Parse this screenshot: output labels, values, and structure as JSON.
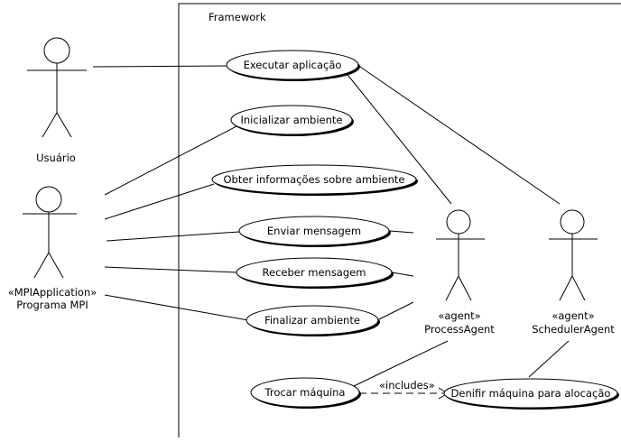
{
  "diagram": {
    "system_boundary_label": "Framework",
    "include_label": "«includes»",
    "actors": {
      "usuario": {
        "label": "Usuário"
      },
      "mpi": {
        "stereotype": "«MPIApplication»",
        "label": "Programa MPI"
      },
      "process_agent": {
        "stereotype": "«agent»",
        "label": "ProcessAgent"
      },
      "scheduler_agent": {
        "stereotype": "«agent»",
        "label": "SchedulerAgent"
      }
    },
    "use_cases": {
      "executar": "Executar aplicação",
      "inicializar": "Inicializar ambiente",
      "obter": "Obter informações sobre ambiente",
      "enviar": "Enviar mensagem",
      "receber": "Receber mensagem",
      "finalizar": "Finalizar ambiente",
      "trocar": "Trocar máquina",
      "definir": "Denifir máquina para alocação"
    }
  }
}
